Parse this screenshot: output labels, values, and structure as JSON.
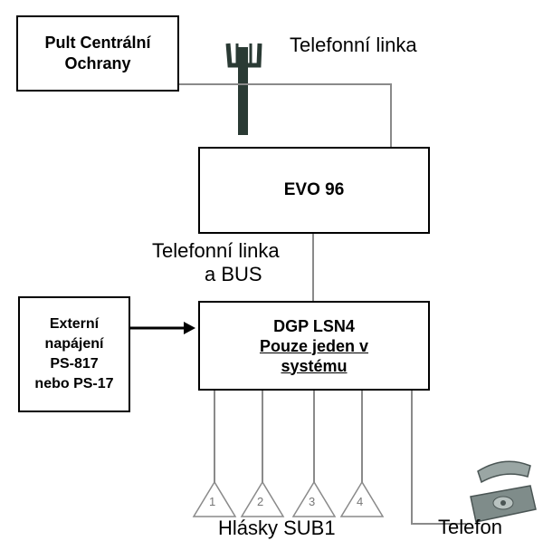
{
  "boxes": {
    "pco": {
      "line1": "Pult Centrální",
      "line2": "Ochrany"
    },
    "evo": {
      "label": "EVO 96"
    },
    "dgp": {
      "line1": "DGP LSN4",
      "line2": "Pouze jeden v",
      "line3": "systému"
    },
    "power": {
      "line1": "Externí",
      "line2": "napájení",
      "line3": "PS-817",
      "line4": "nebo PS-17"
    }
  },
  "labels": {
    "phone_line_top": "Telefonní linka",
    "phone_line_bus_1": "Telefonní linka",
    "phone_line_bus_2": "a BUS",
    "sirens": "Hlásky SUB1",
    "telephone": "Telefon"
  },
  "sirens": [
    "1",
    "2",
    "3",
    "4"
  ],
  "icons": {
    "phone_pole": "telephone-pole-icon",
    "telephone": "telephone-icon"
  },
  "colors": {
    "line": "#000000",
    "wire": "#8a8a8a"
  }
}
